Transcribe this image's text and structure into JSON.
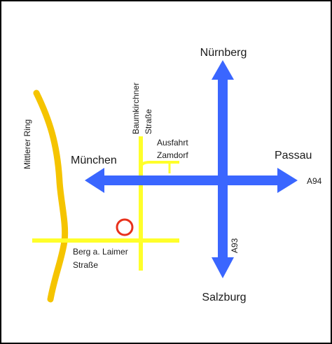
{
  "labels": {
    "nuernberg": "Nürnberg",
    "salzburg": "Salzburg",
    "muenchen": "München",
    "passau": "Passau",
    "a94": "A94",
    "a93": "A93",
    "mittlerer_ring": "Mittlerer Ring",
    "baumkirchner_line1": "Baumkirchner",
    "baumkirchner_line2": "Straße",
    "ausfahrt_line1": "Ausfahrt",
    "ausfahrt_line2": "Zamdorf",
    "berg_line1": "Berg a. Laimer",
    "berg_line2": "Straße"
  },
  "colors": {
    "background": "#ffffff",
    "highway": "#3a66ff",
    "street": "#ffff2a",
    "ring": "#f5c400",
    "marker": "#e8311c",
    "frame": "#000000"
  },
  "icons": {
    "location_marker": "circle-outline"
  }
}
